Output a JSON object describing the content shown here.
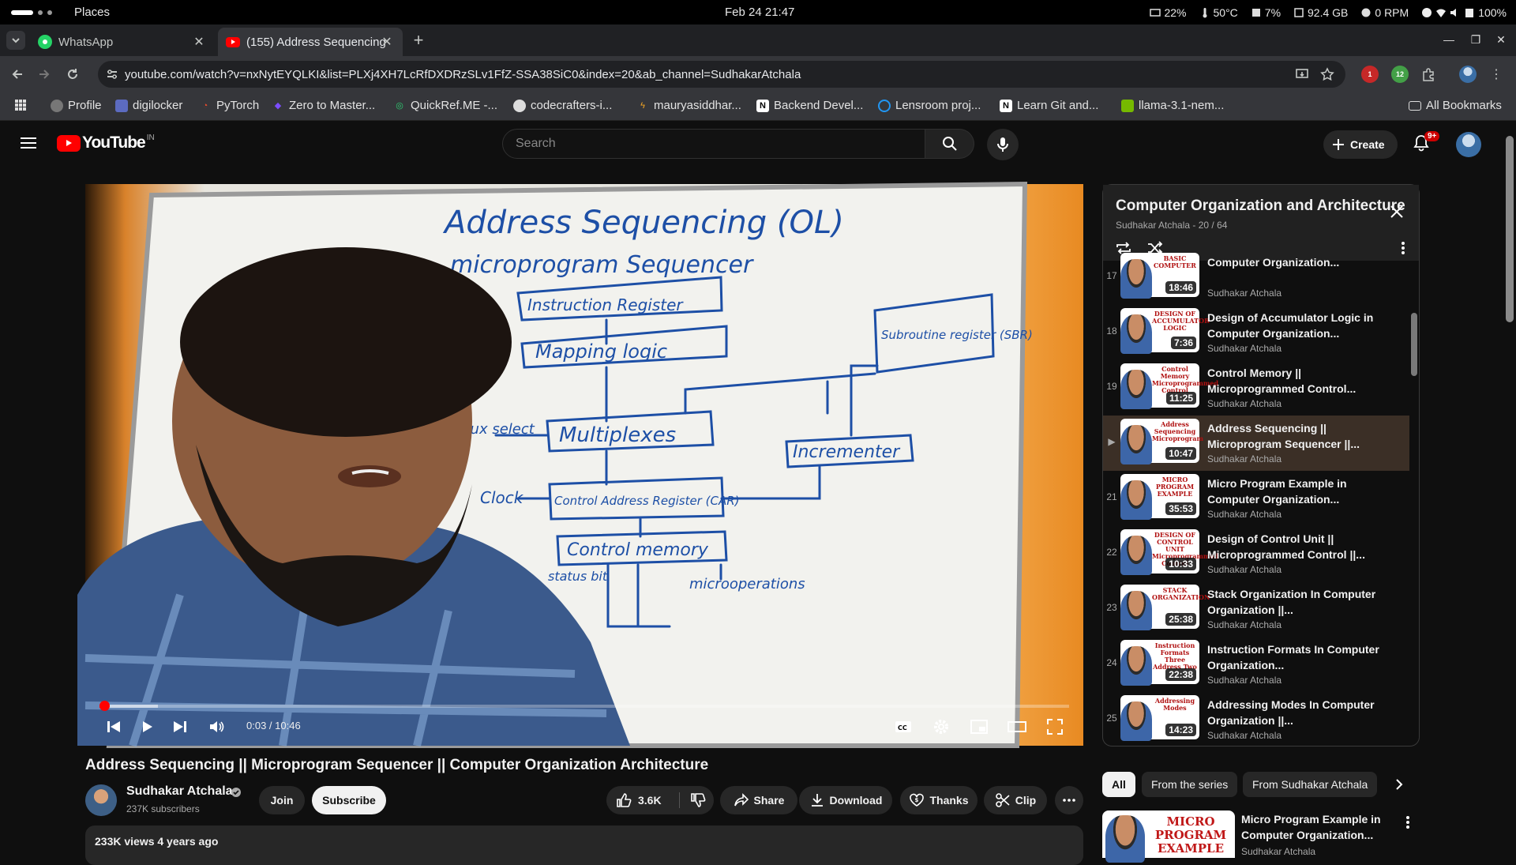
{
  "os": {
    "workspace": "Places",
    "clock": "Feb 24  21:47",
    "stats": [
      "22%",
      "50°C",
      "7%",
      "92.4 GB",
      "0 RPM"
    ],
    "battery": "100%"
  },
  "tabs": [
    {
      "label": "WhatsApp"
    },
    {
      "label": "(155) Address Sequencing"
    }
  ],
  "toolbar": {
    "url": "youtube.com/watch?v=nxNytEYQLKI&list=PLXj4XH7LcRfDXDRzSLv1FfZ-SSA38SiC0&index=20&ab_channel=SudhakarAtchala",
    "extension_badges": [
      "1",
      "12"
    ]
  },
  "bookmarks": {
    "items": [
      "Profile",
      "digilocker",
      "PyTorch",
      "Zero to Master...",
      "QuickRef.ME -...",
      "codecrafters-i...",
      "mauryasiddhar...",
      "Backend Devel...",
      "Lensroom proj...",
      "Learn Git and...",
      "llama-3.1-nem..."
    ],
    "all_label": "All Bookmarks"
  },
  "yt": {
    "logo_text": "YouTube",
    "region": "IN",
    "search_placeholder": "Search",
    "create_label": "Create",
    "notif_badge": "9+"
  },
  "player": {
    "time": "0:03 / 10:46",
    "progress": 0.0046,
    "board": {
      "title": "Address Sequencing (OL)",
      "subtitle": "microprogram Sequencer",
      "boxes": [
        "Instruction Register",
        "Mapping logic",
        "Multiplexes",
        "Subroutine register (SBR)",
        "Incrementer",
        "Control Address Register (CAR)",
        "Control memory"
      ],
      "labels": [
        "mux select",
        "Clock",
        "status bit",
        "microoperations"
      ]
    }
  },
  "video": {
    "title": "Address Sequencing || Microprogram Sequencer || Computer Organization Architecture",
    "channel": "Sudhakar Atchala",
    "subscribers": "237K subscribers",
    "join": "Join",
    "subscribe": "Subscribe",
    "likes": "3.6K",
    "share": "Share",
    "download": "Download",
    "thanks": "Thanks",
    "clip": "Clip",
    "stats": "233K views  4 years ago"
  },
  "playlist": {
    "title": "Computer Organization and Architecture",
    "subtitle": "Sudhakar Atchala - 20 / 64",
    "items": [
      {
        "index": "17",
        "title": "Computer Organization...",
        "channel": "Sudhakar Atchala",
        "duration": "18:46",
        "thumb": "BASIC COMPUTER",
        "current": false
      },
      {
        "index": "18",
        "title": "Design of Accumulator Logic in Computer Organization...",
        "channel": "Sudhakar Atchala",
        "duration": "7:36",
        "thumb": "DESIGN OF ACCUMULATOR LOGIC",
        "current": false
      },
      {
        "index": "19",
        "title": "Control Memory || Microprogrammed Control...",
        "channel": "Sudhakar Atchala",
        "duration": "11:25",
        "thumb": "Control Memory Microprogrammed Control",
        "current": false
      },
      {
        "index": "▶",
        "title": "Address Sequencing || Microprogram Sequencer ||...",
        "channel": "Sudhakar Atchala",
        "duration": "10:47",
        "thumb": "Address Sequencing Microprogram",
        "current": true
      },
      {
        "index": "21",
        "title": "Micro Program Example in Computer Organization...",
        "channel": "Sudhakar Atchala",
        "duration": "35:53",
        "thumb": "MICRO PROGRAM EXAMPLE",
        "current": false
      },
      {
        "index": "22",
        "title": "Design of Control Unit || Microprogrammed Control ||...",
        "channel": "Sudhakar Atchala",
        "duration": "10:33",
        "thumb": "DESIGN OF CONTROL UNIT Microprogrammed Control",
        "current": false
      },
      {
        "index": "23",
        "title": "Stack Organization In Computer Organization ||...",
        "channel": "Sudhakar Atchala",
        "duration": "25:38",
        "thumb": "STACK ORGANIZATION",
        "current": false
      },
      {
        "index": "24",
        "title": "Instruction Formats In Computer Organization...",
        "channel": "Sudhakar Atchala",
        "duration": "22:38",
        "thumb": "Instruction Formats Three Address Two",
        "current": false
      },
      {
        "index": "25",
        "title": "Addressing Modes In Computer Organization ||...",
        "channel": "Sudhakar Atchala",
        "duration": "14:23",
        "thumb": "Addressing Modes",
        "current": false
      }
    ]
  },
  "chips": [
    "All",
    "From the series",
    "From Sudhakar Atchala"
  ],
  "recommendation": {
    "thumb_text": "MICRO PROGRAM EXAMPLE",
    "title": "Micro Program Example in Computer Organization...",
    "channel": "Sudhakar Atchala"
  },
  "colors": {
    "accent": "#ff0000",
    "marker": "#1d4fa6",
    "bg": "#0f0f0f"
  }
}
